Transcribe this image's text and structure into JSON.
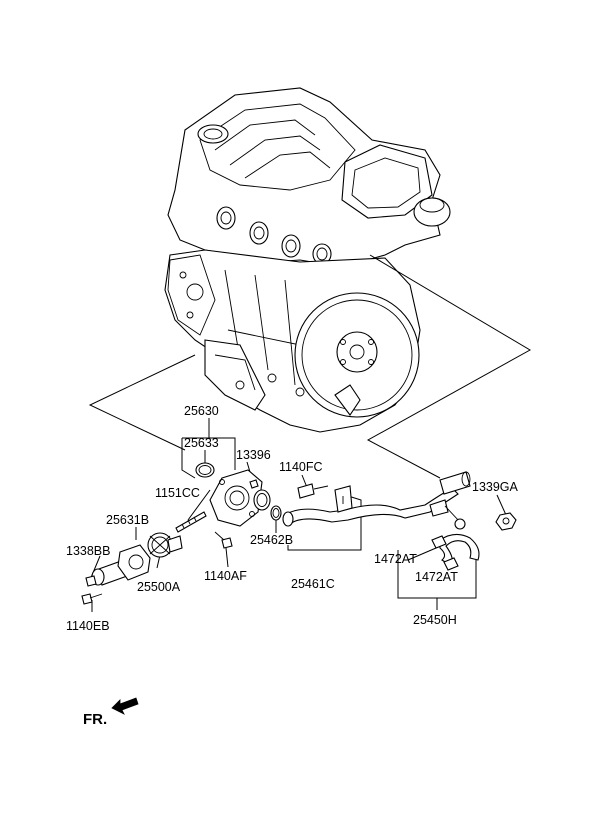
{
  "diagram": {
    "labels": {
      "p25630": "25630",
      "p25633": "25633",
      "p13396": "13396",
      "p1140FC": "1140FC",
      "p1339GA": "1339GA",
      "p1151CC": "1151CC",
      "p25631B": "25631B",
      "p1338BB": "1338BB",
      "p25500A": "25500A",
      "p1140AF": "1140AF",
      "p25462B": "25462B",
      "p25461C": "25461C",
      "p1472AT_a": "1472AT",
      "p1472AT_b": "1472AT",
      "p25450H": "25450H",
      "p1140EB": "1140EB"
    },
    "direction_marker": "FR."
  }
}
